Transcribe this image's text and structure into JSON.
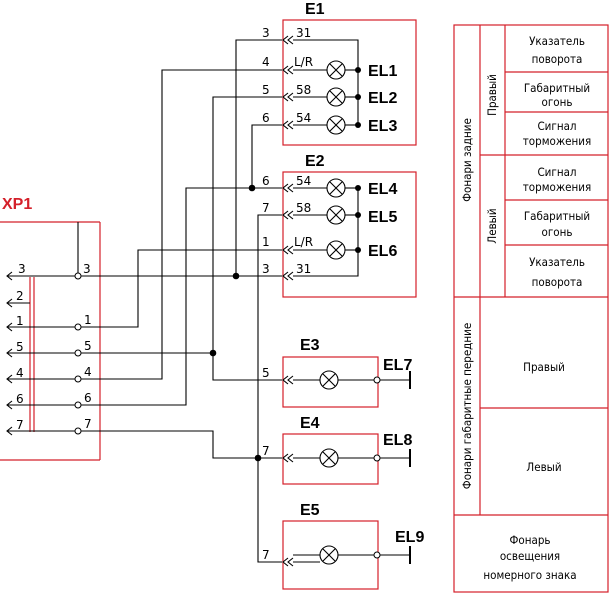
{
  "connector": {
    "name": "XP1",
    "pins": [
      {
        "num": "3",
        "num2": "3"
      },
      {
        "num": "2",
        "num2": ""
      },
      {
        "num": "1",
        "num2": "1"
      },
      {
        "num": "5",
        "num2": "5"
      },
      {
        "num": "4",
        "num2": "4"
      },
      {
        "num": "6",
        "num2": "6"
      },
      {
        "num": "7",
        "num2": "7"
      }
    ]
  },
  "blocks": [
    {
      "name": "E1",
      "rows": [
        {
          "pin": "3",
          "sig": "31",
          "lamp": ""
        },
        {
          "pin": "4",
          "sig": "L/R",
          "lamp": "EL1"
        },
        {
          "pin": "5",
          "sig": "58",
          "lamp": "EL2"
        },
        {
          "pin": "6",
          "sig": "54",
          "lamp": "EL3"
        }
      ]
    },
    {
      "name": "E2",
      "rows": [
        {
          "pin": "6",
          "sig": "54",
          "lamp": "EL4"
        },
        {
          "pin": "7",
          "sig": "58",
          "lamp": "EL5"
        },
        {
          "pin": "1",
          "sig": "L/R",
          "lamp": "EL6"
        },
        {
          "pin": "3",
          "sig": "31",
          "lamp": ""
        }
      ]
    },
    {
      "name": "E3",
      "rows": [
        {
          "pin": "5",
          "sig": "",
          "lamp": "EL7"
        }
      ]
    },
    {
      "name": "E4",
      "rows": [
        {
          "pin": "7",
          "sig": "",
          "lamp": "EL8"
        }
      ]
    },
    {
      "name": "E5",
      "rows": [
        {
          "pin": "7",
          "sig": "",
          "lamp": "EL9"
        }
      ]
    }
  ],
  "table": {
    "group_rear": "Фонари задние",
    "group_front": "Фонари габаритные передние",
    "right": "Правый",
    "left": "Левый",
    "cells": {
      "turn_right": [
        "Указатель",
        "поворота"
      ],
      "dim_right": [
        "Габаритный",
        "огонь"
      ],
      "brake_right": [
        "Сигнал",
        "торможения"
      ],
      "brake_left": [
        "Сигнал",
        "торможения"
      ],
      "dim_left": [
        "Габаритный",
        "огонь"
      ],
      "turn_left": [
        "Указатель",
        "поворота"
      ],
      "front_right": "Правый",
      "front_left": "Левый",
      "plate": [
        "Фонарь",
        "освещения",
        "номерного знака"
      ]
    }
  },
  "colors": {
    "frame": "#d4202a",
    "wire": "#000000"
  }
}
